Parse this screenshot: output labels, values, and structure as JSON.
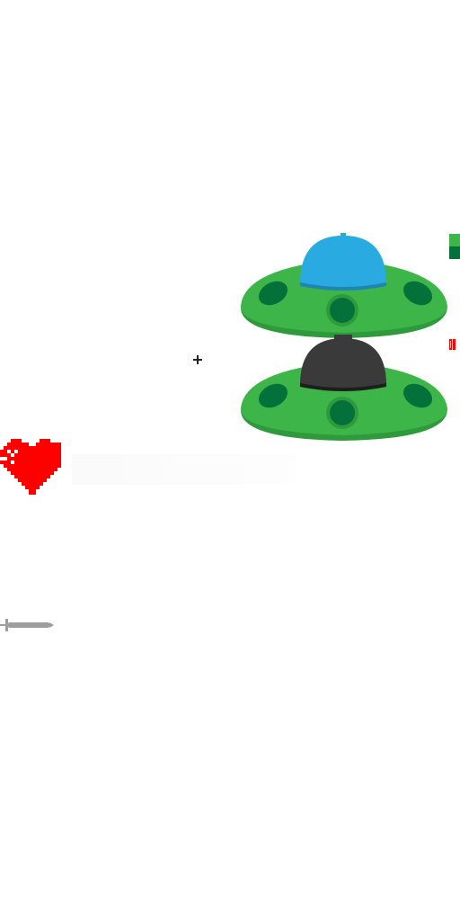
{
  "scene": {
    "background": "#ffffff",
    "sprites": [
      {
        "name": "ufo-blue-dome",
        "icon": "ufo-icon"
      },
      {
        "name": "ufo-dark-dome",
        "icon": "ufo-icon"
      },
      {
        "name": "crosshair",
        "icon": "crosshair-icon"
      },
      {
        "name": "heart",
        "icon": "heart-icon"
      },
      {
        "name": "sword",
        "icon": "sword-icon"
      }
    ]
  },
  "colors": {
    "ufo_body": "#3db549",
    "ufo_rim": "#2f9a3b",
    "ufo_port": "#05713a",
    "dome_blue": "#29abe2",
    "dome_blue_shadow": "#1f86b3",
    "dome_dark": "#3a3a3a",
    "dome_dark_shadow": "#1e1e1e",
    "heart": "#ff0000",
    "heart_highlight": "#ffffff",
    "sword": "#9e9e9e",
    "crosshair": "#222222"
  }
}
